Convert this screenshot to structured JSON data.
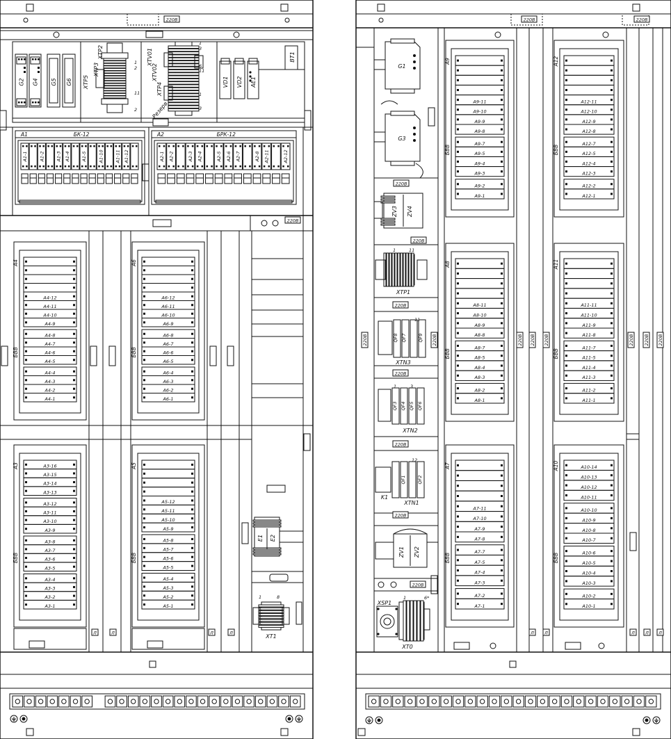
{
  "diagram": {
    "type": "electrical-cabinet-layout",
    "labels": {
      "v220": "220В",
      "tag": "Л"
    },
    "left_cabinet": {
      "top_modules": {
        "power_supplies": [
          "G2",
          "G4",
          "G5",
          "G6"
        ],
        "terminal_blocks_left": [
          "XTP2",
          "XTP3",
          "XTP5"
        ],
        "terminal_blocks_right": [
          "XTV01",
          "XTV02",
          "XTP4",
          "Резерв"
        ],
        "diodes": [
          "VD1",
          "VD2",
          "AE1"
        ],
        "bt": "BT1",
        "num_marks_left": [
          "1",
          "2",
          "11",
          "2"
        ],
        "num_marks_right": [
          "1",
          "3",
          "6",
          "11",
          "1",
          "3"
        ]
      },
      "racks": [
        {
          "id": "A1",
          "title": "БК-12",
          "relays": [
            "A1-1",
            "A1-2",
            "A1-3",
            "A1-4",
            "A1-5",
            "A1-10",
            "A1-11",
            "A1-12"
          ]
        },
        {
          "id": "A2",
          "title": "БРК-12",
          "relays": [
            "A2-1",
            "A2-2",
            "A2-3",
            "A2-4",
            "A2-5",
            "A2-6",
            "A2-7",
            "A2-8",
            "A2-11",
            "A2-12"
          ]
        }
      ],
      "bbr_label": "БВВ",
      "blocks": [
        {
          "id": "A4",
          "labels": [
            "A4-12",
            "A4-11",
            "A4-10",
            "A4-9",
            "A4-8",
            "A4-7",
            "A4-6",
            "A4-5",
            "A4-4",
            "A4-3",
            "A4-2",
            "A4-1"
          ]
        },
        {
          "id": "A6",
          "labels": [
            "A6-12",
            "A6-11",
            "A6-10",
            "A6-9",
            "A6-8",
            "A6-7",
            "A6-6",
            "A6-5",
            "A6-4",
            "A6-3",
            "A6-2",
            "A6-1"
          ]
        },
        {
          "id": "A3",
          "labels": [
            "A3-16",
            "A3-15",
            "A3-14",
            "A3-13",
            "A3-12",
            "A3-11",
            "A3-10",
            "A3-9",
            "A3-8",
            "A3-7",
            "A3-6",
            "A3-5",
            "A3-4",
            "A3-3",
            "A3-2",
            "A3-1"
          ]
        },
        {
          "id": "A5",
          "labels": [
            "A5-12",
            "A5-11",
            "A5-10",
            "A5-9",
            "A5-8",
            "A5-7",
            "A5-6",
            "A5-5",
            "A5-4",
            "A5-3",
            "A5-2",
            "A5-1"
          ]
        }
      ],
      "right_column": {
        "e_labels": [
          "E1",
          "E2"
        ],
        "xt": "XT1",
        "nums": [
          "1",
          "8"
        ]
      }
    },
    "right_cabinet": {
      "left_column": {
        "g_units": [
          "G1",
          "G3"
        ],
        "zv_top": [
          "ZV3",
          "ZV4"
        ],
        "xtp1": "XTP1",
        "xtp1_nums": [
          "1",
          "11"
        ],
        "xtn3": "XTN3",
        "xtn3_qf": [
          "QF8",
          "QF7",
          "QF9"
        ],
        "xtn3_num": "11",
        "xtn2": "XTN2",
        "xtn2_qf": [
          "QF3",
          "QF4",
          "QF5",
          "QF6"
        ],
        "xtn2_nums": [
          "1",
          "3"
        ],
        "xtn1": "XTN1",
        "xtn1_qf": [
          "QF1",
          "QF2"
        ],
        "xtn1_num": "12",
        "k1": "K1",
        "zv_bottom": [
          "ZV1",
          "ZV2"
        ],
        "xsp1": "XSP1",
        "xt0": "XT0",
        "xt0_nums": [
          "1",
          "6*"
        ]
      },
      "bbr_label": "БВВ",
      "blocks": [
        {
          "id": "A9",
          "labels": [
            "A9-11",
            "A9-10",
            "A9-9",
            "A9-8",
            "A9-7",
            "A9-5",
            "A9-4",
            "A9-3",
            "A9-2",
            "A9-1"
          ]
        },
        {
          "id": "A12",
          "labels": [
            "A12-11",
            "A12-10",
            "A12-9",
            "A12-8",
            "A12-7",
            "A12-5",
            "A12-4",
            "A12-3",
            "A12-2",
            "A12-1"
          ]
        },
        {
          "id": "A8",
          "labels": [
            "A8-11",
            "A8-10",
            "A8-9",
            "A8-8",
            "A8-7",
            "A8-5",
            "A8-4",
            "A8-3",
            "A8-2",
            "A8-1"
          ]
        },
        {
          "id": "A11",
          "labels": [
            "A11-11",
            "A11-10",
            "A11-9",
            "A11-8",
            "A11-7",
            "A11-5",
            "A11-4",
            "A11-3",
            "A11-2",
            "A11-1"
          ]
        },
        {
          "id": "A7",
          "labels": [
            "A7-11",
            "A7-10",
            "A7-9",
            "A7-8",
            "A7-7",
            "A7-5",
            "A7-4",
            "A7-3",
            "A7-2",
            "A7-1"
          ]
        },
        {
          "id": "A10",
          "labels": [
            "A10-14",
            "A10-13",
            "A10-12",
            "A10-11",
            "A10-10",
            "A10-9",
            "A10-8",
            "A10-7",
            "A10-6",
            "A10-5",
            "A10-4",
            "A10-3",
            "A10-2",
            "A10-1"
          ]
        }
      ]
    }
  }
}
